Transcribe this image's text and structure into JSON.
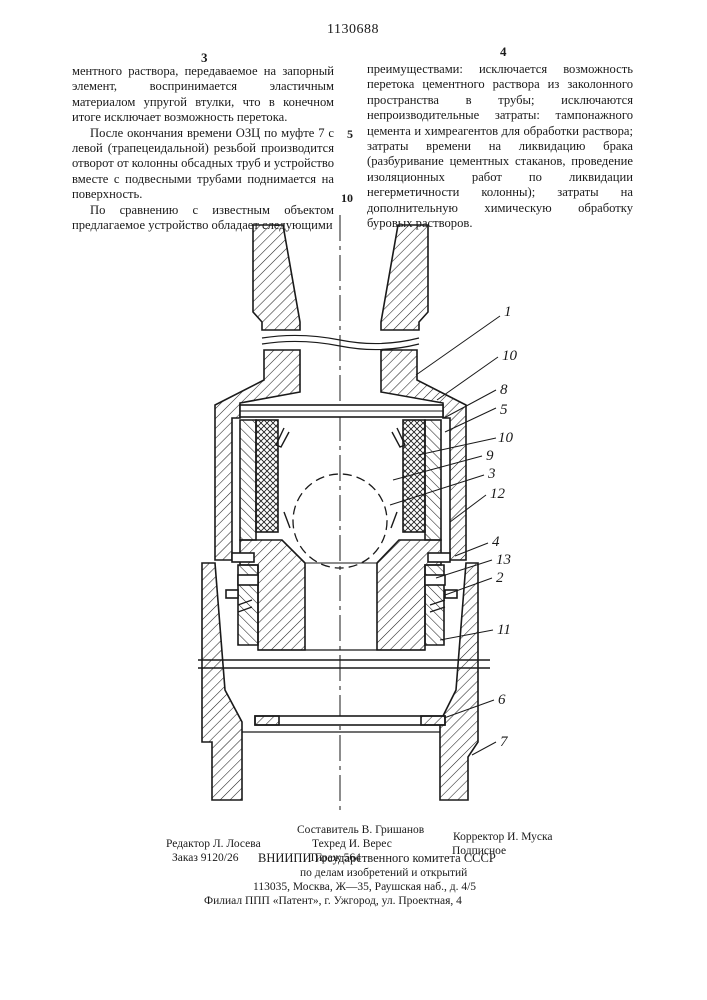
{
  "header": {
    "patent_number": "1130688",
    "left_page": "3",
    "right_page": "4"
  },
  "left_column": [
    "ментного раствора, передаваемое на запорный элемент, воспринимается эластичным материалом упругой втулки, что в конечном итоге исключает возможность перетока.",
    "После окончания времени ОЗЦ по муфте 7 с левой (трапецеидальной) резьбой производится отворот от колонны обсадных труб и устройство вместе с подвесными трубами поднимается на поверхность.",
    "По сравнению с известным объектом предлагаемое устройство обладает следующими"
  ],
  "right_column": [
    "преимуществами: исключается возможность перетока цементного раствора из заколонного пространства в трубы; исключаются непроизводительные затраты: тампонажного цемента и химреагентов для обработки раствора; затраты времени на ликвидацию брака (разбуривание цементных стаканов, проведение изоляционных работ по ликвидации негерметичности колонны); затраты на дополнительную химическую обработку буровых растворов."
  ],
  "line_numbers": {
    "five": "5",
    "ten": "10"
  },
  "figure": {
    "callouts": [
      "1",
      "10",
      "8",
      "5",
      "10",
      "9",
      "3",
      "12",
      "4",
      "13",
      "2",
      "11",
      "6",
      "7"
    ]
  },
  "footer": {
    "compiler": "Составитель В. Гришанов",
    "editor": "Редактор Л. Лосева",
    "tech_editor": "Техред И. Верес",
    "corrector": "Корректор И. Муска",
    "order": "Заказ 9120/26",
    "circulation": "Тираж 564",
    "subscription": "Подписное",
    "org_line1": "ВНИИПИ Государственного комитета СССР",
    "org_line2": "по делам изобретений и открытий",
    "address": "113035, Москва, Ж—35, Раушская наб., д. 4/5",
    "branch": "Филиал ППП «Патент», г. Ужгород, ул. Проектная, 4"
  }
}
